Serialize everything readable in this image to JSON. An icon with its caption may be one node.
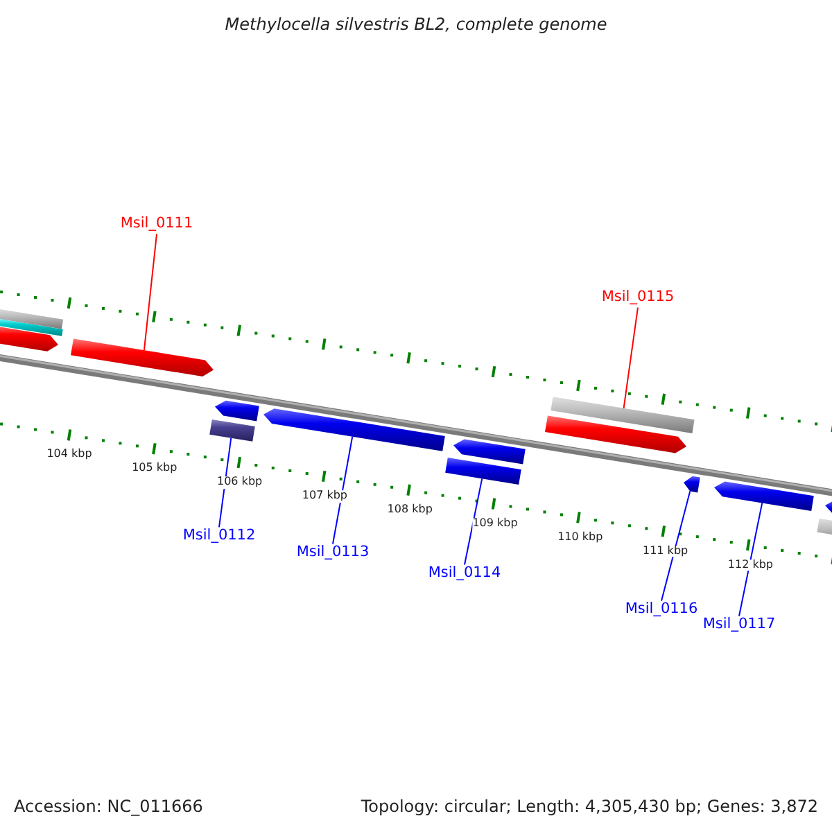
{
  "diagram": {
    "title": "Methylocella silvestris BL2, complete genome",
    "nodes": [
      {
        "text": [
          "Msil_0111"
        ]
      },
      {
        "text": [
          "Msil_0112"
        ]
      },
      {
        "text": [
          "Msil_0113"
        ]
      },
      {
        "text": [
          "Msil_0114"
        ]
      },
      {
        "text": [
          "Msil_0115"
        ]
      },
      {
        "text": [
          "Msil_0116"
        ]
      },
      {
        "text": [
          "Msil_0117"
        ]
      },
      {
        "text": [],
        "shape": "bar"
      },
      {
        "text": [],
        "shape": "bar"
      },
      {
        "text": [],
        "shape": "arrow"
      },
      {
        "text": [],
        "shape": "arrow"
      },
      {
        "text": [],
        "shape": "arrow"
      },
      {
        "text": [],
        "shape": "bar"
      },
      {
        "text": [],
        "shape": "arrow"
      },
      {
        "text": [],
        "shape": "bar"
      },
      {
        "text": [],
        "shape": "arrow"
      },
      {
        "text": [],
        "shape": "arrow"
      },
      {
        "text": [],
        "shape": "bar"
      },
      {
        "text": [],
        "shape": "arrow"
      },
      {
        "text": [],
        "shape": "arrow"
      },
      {
        "text": [],
        "shape": "bar"
      },
      {
        "text": [],
        "shape": "arrow"
      }
    ],
    "edges": [
      {
        "from": 0,
        "to": 10,
        "arrow": "none",
        "color": "#ff0000"
      },
      {
        "from": 1,
        "to": 12,
        "arrow": "none"
      },
      {
        "from": 2,
        "to": 13,
        "arrow": "none"
      },
      {
        "from": 3,
        "to": 14,
        "arrow": "none"
      },
      {
        "from": 4,
        "to": 17,
        "arrow": "none",
        "color": "#ff0000"
      },
      {
        "from": 5,
        "to": 18,
        "arrow": "none"
      },
      {
        "from": 6,
        "to": 19,
        "arrow": "none"
      }
    ],
    "labels": [
      "104 kbp",
      "105 kbp",
      "106 kbp",
      "107 kbp",
      "108 kbp",
      "109 kbp",
      "110 kbp",
      "111 kbp",
      "112 kbp",
      "Accession: NC_011666",
      "Topology: circular; Length: 4,305,430 bp; Genes: 3,872"
    ]
  }
}
